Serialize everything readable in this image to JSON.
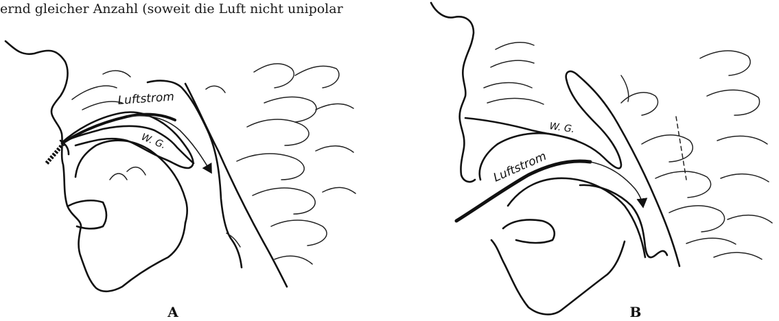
{
  "header_text": "ernd gleicher Anzahl (soweit die Luft nicht unipolar",
  "panels": [
    {
      "label": "A",
      "airflow_label": "Luftstrom",
      "structure_label": "W. G."
    },
    {
      "label": "B",
      "airflow_label": "Luftstrom",
      "structure_label": "W. G."
    }
  ]
}
